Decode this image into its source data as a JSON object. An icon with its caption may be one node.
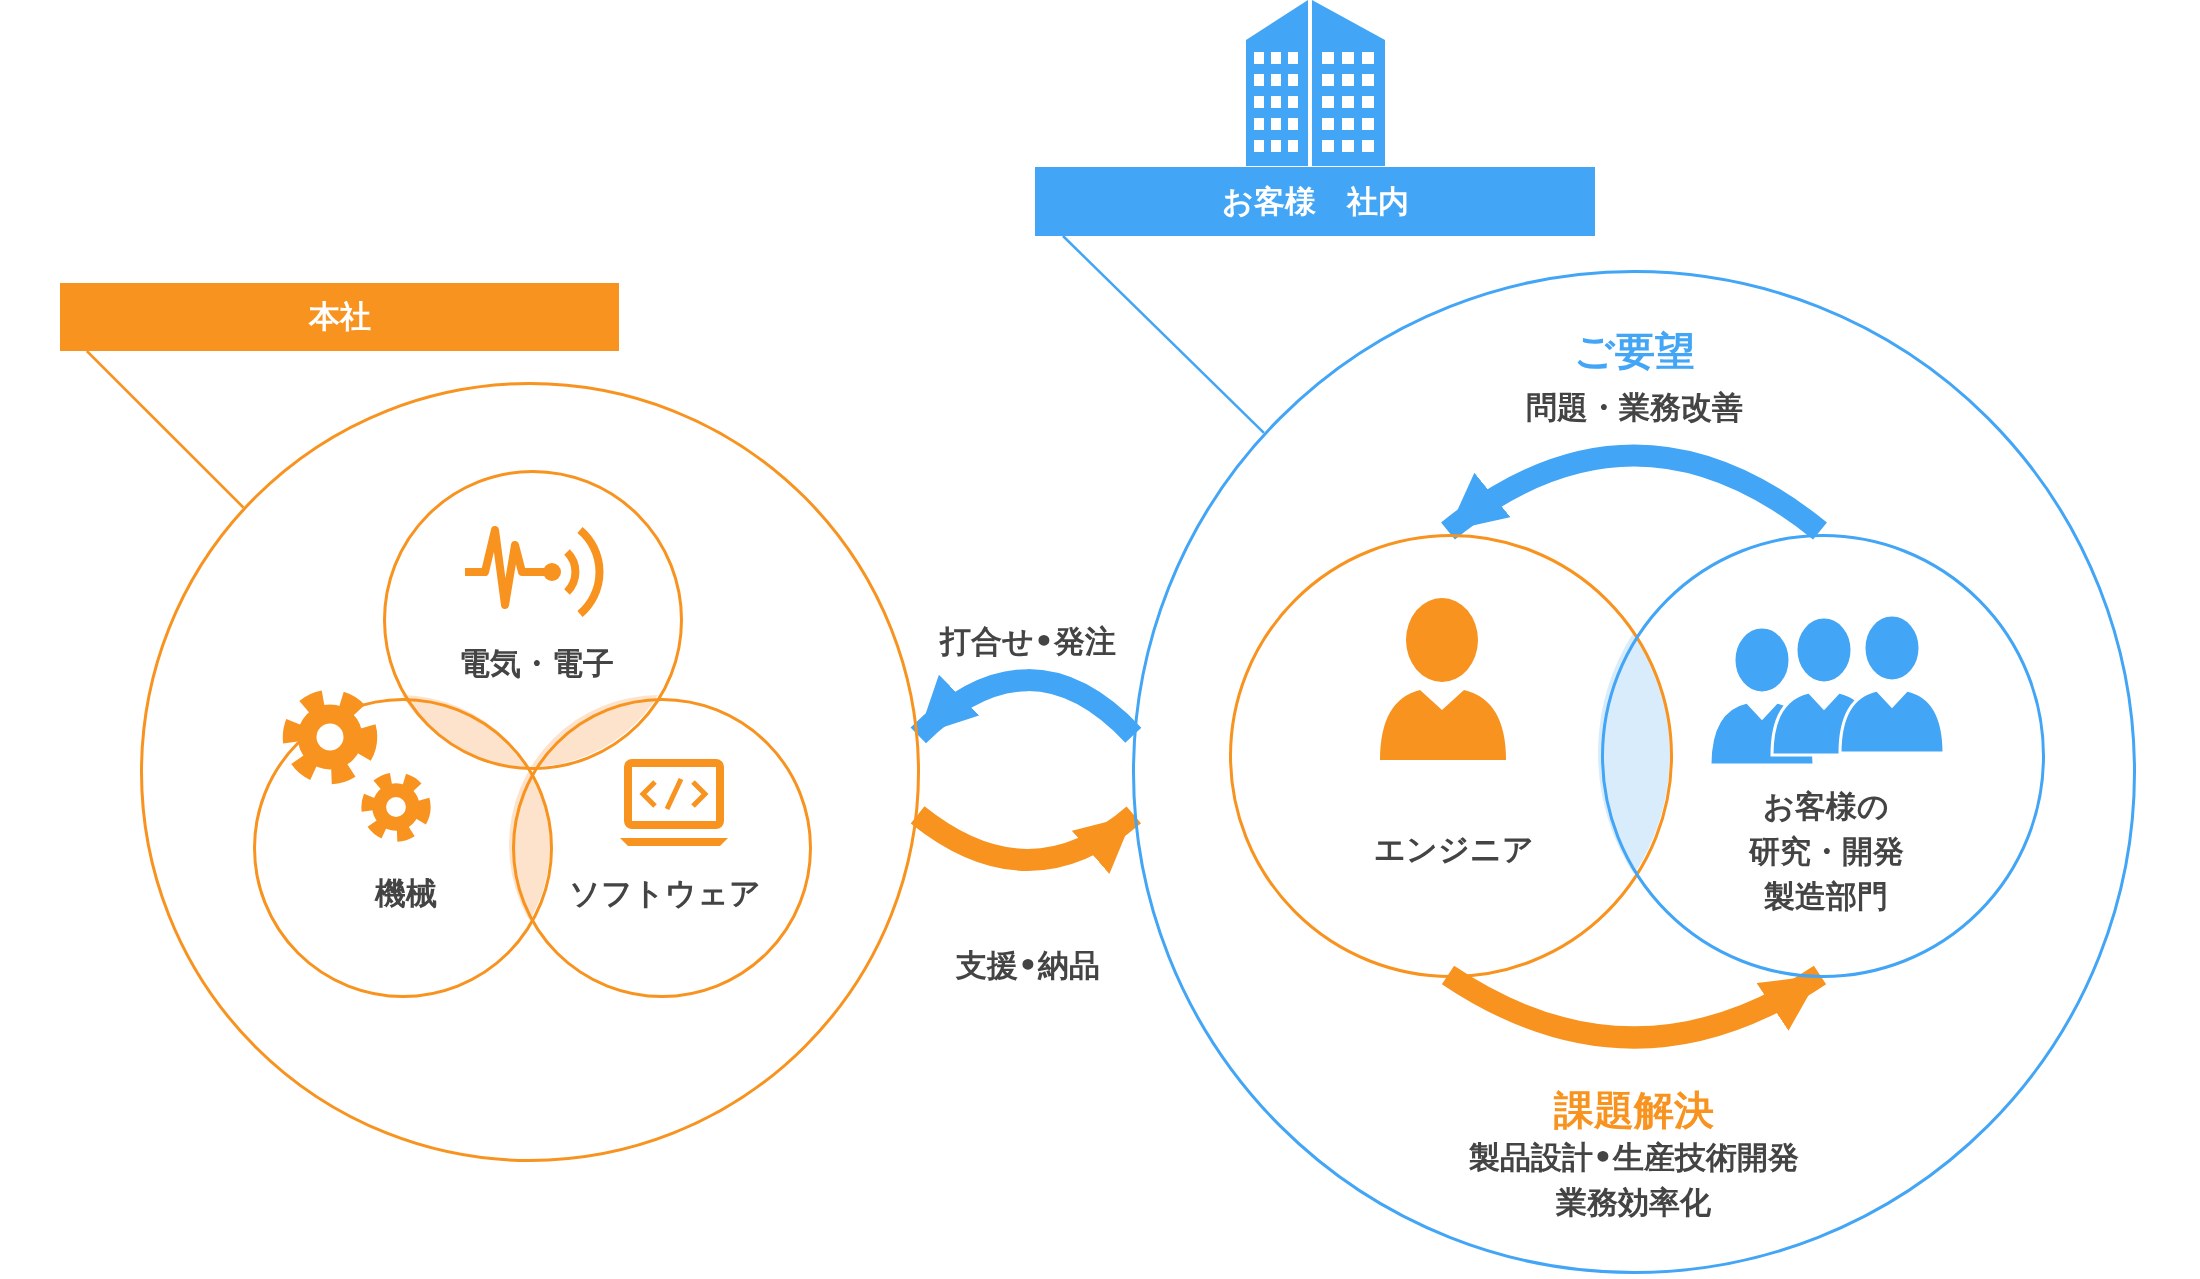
{
  "diagram": {
    "nodes": [
      {
        "text": [
          "本社"
        ]
      },
      {
        "text": [],
        "shape": "circle"
      },
      {
        "text": [
          "電気・電子"
        ],
        "in": 1
      },
      {
        "text": [
          "機械"
        ],
        "in": 1
      },
      {
        "text": [
          "ソフトウェア"
        ],
        "in": 1
      },
      {
        "text": [
          "お客様　社内"
        ]
      },
      {
        "text": [],
        "shape": "circle"
      },
      {
        "text": [
          "エンジニア"
        ],
        "in": 6
      },
      {
        "text": [
          "お客様の研究・開発製造部門"
        ],
        "in": 6
      }
    ],
    "edges": [
      {
        "from": 0,
        "to": 1,
        "arrow": "none",
        "color": "#f7931e"
      },
      {
        "from": 5,
        "to": 6,
        "arrow": "none",
        "color": "#42a5f5"
      },
      {
        "from": 6,
        "to": 1,
        "arrow": "to",
        "label": "打合せ•発注",
        "color": "#42a5f5"
      },
      {
        "from": 1,
        "to": 6,
        "arrow": "to",
        "label": "支援•納品",
        "color": "#f7931e"
      },
      {
        "from": 8,
        "to": 7,
        "arrow": "to",
        "label": "ご要望",
        "color": "#42a5f5"
      },
      {
        "from": 7,
        "to": 8,
        "arrow": "to",
        "label": "課題解決",
        "color": "#f7931e"
      }
    ],
    "labels": [
      "問題・業務改善",
      "製品設計•生産技術開発業務効率化"
    ]
  }
}
